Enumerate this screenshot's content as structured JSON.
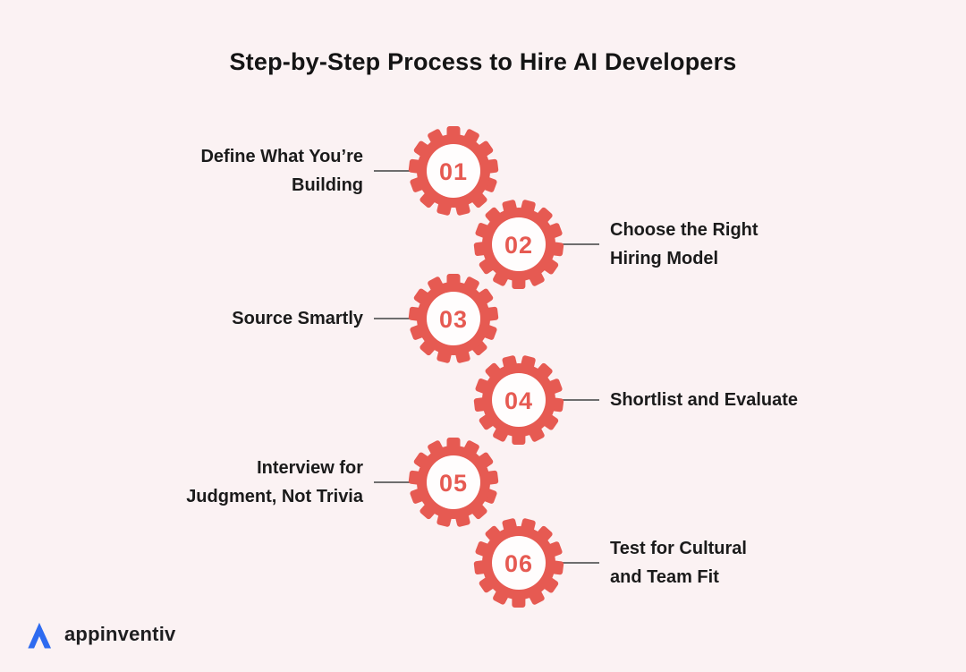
{
  "page": {
    "title": "Step-by-Step Process to Hire AI Developers"
  },
  "steps": [
    {
      "number": "01",
      "label_lines": [
        "Define What You’re",
        "Building"
      ],
      "side": "left"
    },
    {
      "number": "02",
      "label_lines": [
        "Choose the Right",
        "Hiring Model"
      ],
      "side": "right"
    },
    {
      "number": "03",
      "label_lines": [
        "Source Smartly"
      ],
      "side": "left"
    },
    {
      "number": "04",
      "label_lines": [
        "Shortlist and Evaluate"
      ],
      "side": "right"
    },
    {
      "number": "05",
      "label_lines": [
        "Interview for",
        "Judgment, Not Trivia"
      ],
      "side": "left"
    },
    {
      "number": "06",
      "label_lines": [
        "Test for Cultural",
        "and Team Fit"
      ],
      "side": "right"
    }
  ],
  "colors": {
    "background": "#FBF2F3",
    "gear_red": "#E65A52",
    "gear_center": "#FFFDFD",
    "number_red": "#E65A52",
    "label_text": "#1B1B1B",
    "connector_gray": "#6E6E6E",
    "title_text": "#141414",
    "logo_blue": "#2E6BF0",
    "logo_text_color": "#1E1E20"
  },
  "icons": {
    "step_icon": "gear-icon",
    "footer_icon": "appinventiv-logo-icon"
  },
  "footer": {
    "logo_text": "appinventiv"
  }
}
